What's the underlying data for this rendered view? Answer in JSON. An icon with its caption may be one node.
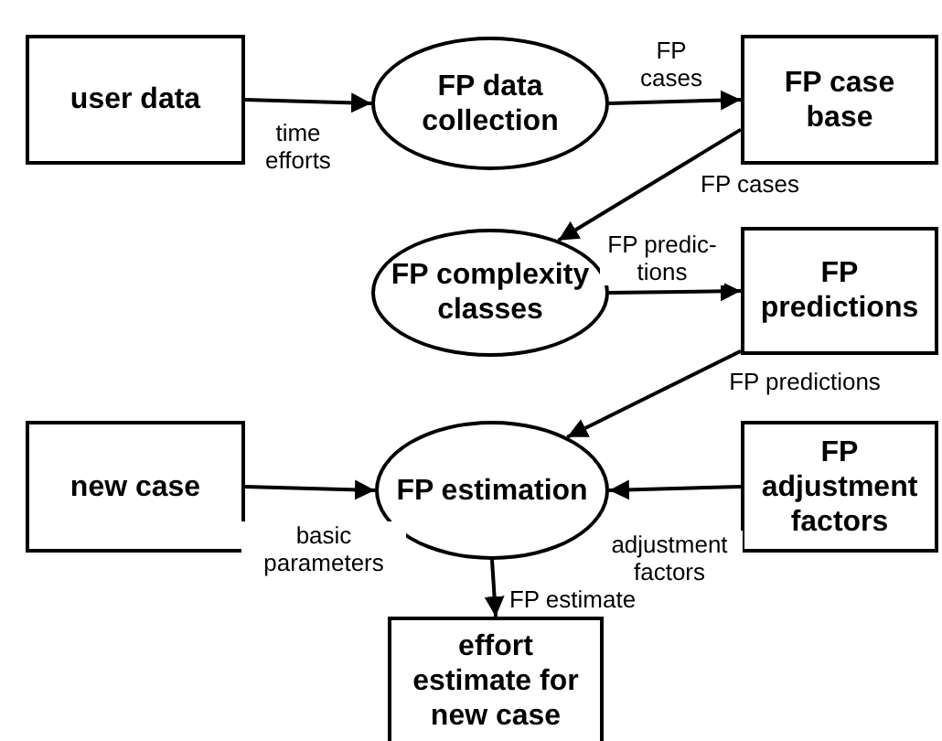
{
  "diagram": {
    "nodes": [
      {
        "text": [
          "user data"
        ]
      },
      {
        "text": [
          "FP data collection"
        ]
      },
      {
        "text": [
          "FP case base"
        ]
      },
      {
        "text": [
          "FP complexity classes"
        ]
      },
      {
        "text": [
          "FP predictions"
        ]
      },
      {
        "text": [
          "new case"
        ]
      },
      {
        "text": [
          "FP estimation"
        ]
      },
      {
        "text": [
          "FP adjustment factors"
        ]
      },
      {
        "text": [
          "effort estimate for new case"
        ]
      }
    ],
    "edges": [
      {
        "from": 0,
        "to": 1,
        "arrow": "to",
        "label": "time efforts"
      },
      {
        "from": 1,
        "to": 2,
        "arrow": "to",
        "label": "FP cases"
      },
      {
        "from": 2,
        "to": 3,
        "arrow": "to",
        "label": "FP cases"
      },
      {
        "from": 3,
        "to": 4,
        "arrow": "to",
        "label": "FP predic- tions"
      },
      {
        "from": 4,
        "to": 6,
        "arrow": "to",
        "label": "FP predictions"
      },
      {
        "from": 5,
        "to": 6,
        "arrow": "to",
        "label": "basic parameters"
      },
      {
        "from": 7,
        "to": 6,
        "arrow": "to",
        "label": "adjustment factors"
      },
      {
        "from": 6,
        "to": 8,
        "arrow": "to",
        "label": "FP estimate"
      }
    ]
  }
}
